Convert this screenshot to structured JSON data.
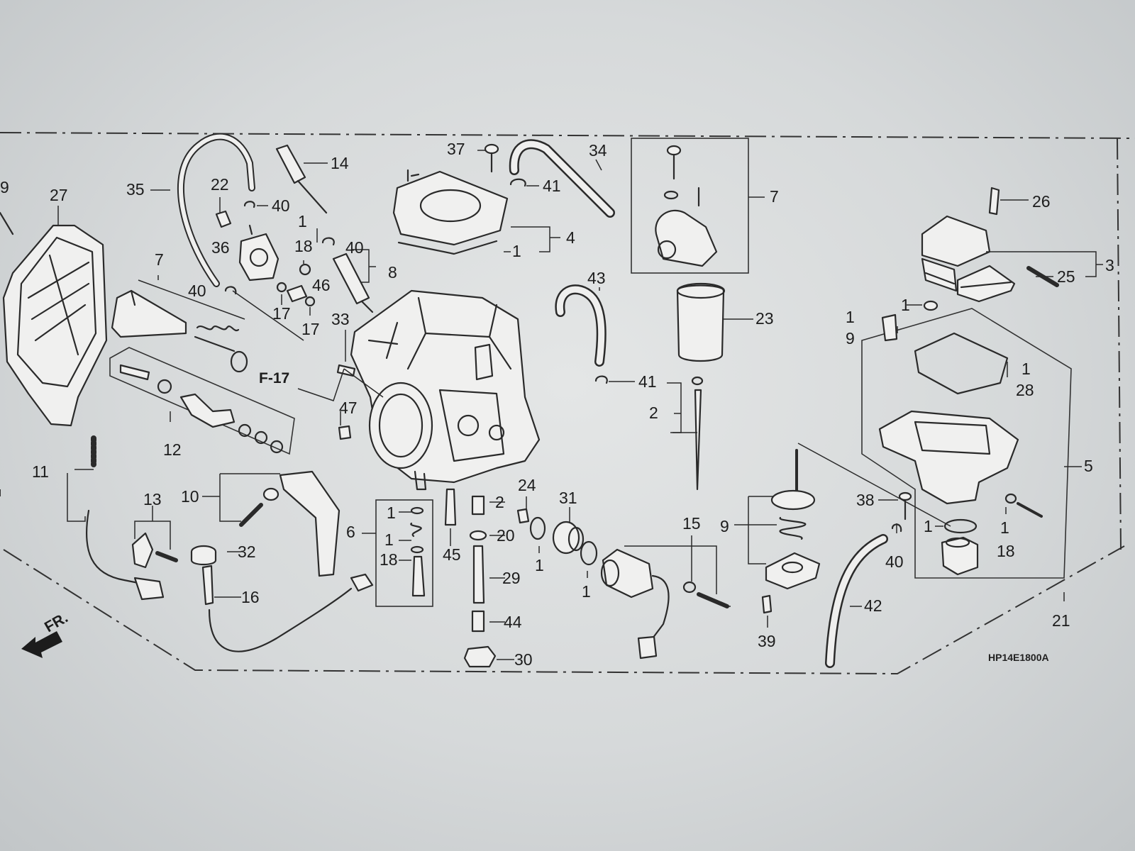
{
  "diagram": {
    "drawing_code": "HP14E1800A",
    "page_ref": "F-17",
    "front_arrow_label": "FR.",
    "callouts": {
      "c9l": "9",
      "c27": "27",
      "c35": "35",
      "c22": "22",
      "c14": "14",
      "c40a": "40",
      "c1a": "1",
      "c36": "36",
      "c18a": "18",
      "c40b": "40",
      "c8": "8",
      "c7a": "7",
      "c40c": "40",
      "c46": "46",
      "c17a": "17",
      "c17b": "17",
      "c33": "33",
      "c37": "37",
      "c41a": "41",
      "c34": "34",
      "c4": "4",
      "c1b": "1",
      "c43": "43",
      "c7b": "7",
      "c23": "23",
      "c41b": "41",
      "c26": "26",
      "c3": "3",
      "c25": "25",
      "c1c": "1",
      "c1d": "1",
      "c9b": "9",
      "c28": "28",
      "c1e": "1",
      "c12": "12",
      "c47": "47",
      "c2a": "2",
      "c11": "11",
      "c10": "10",
      "c13": "13",
      "c6": "6",
      "c1f": "1",
      "c1g": "1",
      "c18b": "18",
      "c45": "45",
      "c2b": "2",
      "c20": "20",
      "c24": "24",
      "c31": "31",
      "c1h": "1",
      "c1i": "1",
      "c32": "32",
      "c16": "16",
      "c29": "29",
      "c44": "44",
      "c30": "30",
      "c15": "15",
      "c9c": "9",
      "c38": "38",
      "c5": "5",
      "c1j": "1",
      "c1k": "1",
      "c18c": "18",
      "c40d": "40",
      "c42": "42",
      "c39": "39",
      "c21": "21"
    }
  }
}
